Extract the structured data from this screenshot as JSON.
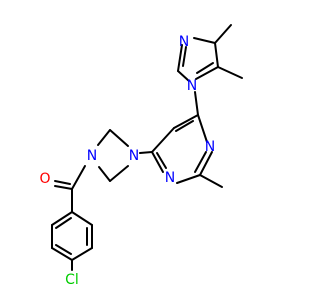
{
  "colors": {
    "background": "#ffffff",
    "bond": "#000000",
    "nitrogen": "#0000ff",
    "oxygen": "#ff0000",
    "chlorine": "#00cc00"
  },
  "atom_labels": {
    "n_imid_top": "N",
    "n_imid_bond": "N",
    "n_pyr_right": "N",
    "n_pyr_left": "N",
    "n_pip_right": "N",
    "n_pip_left": "N",
    "o_carbonyl": "O",
    "cl": "Cl"
  }
}
